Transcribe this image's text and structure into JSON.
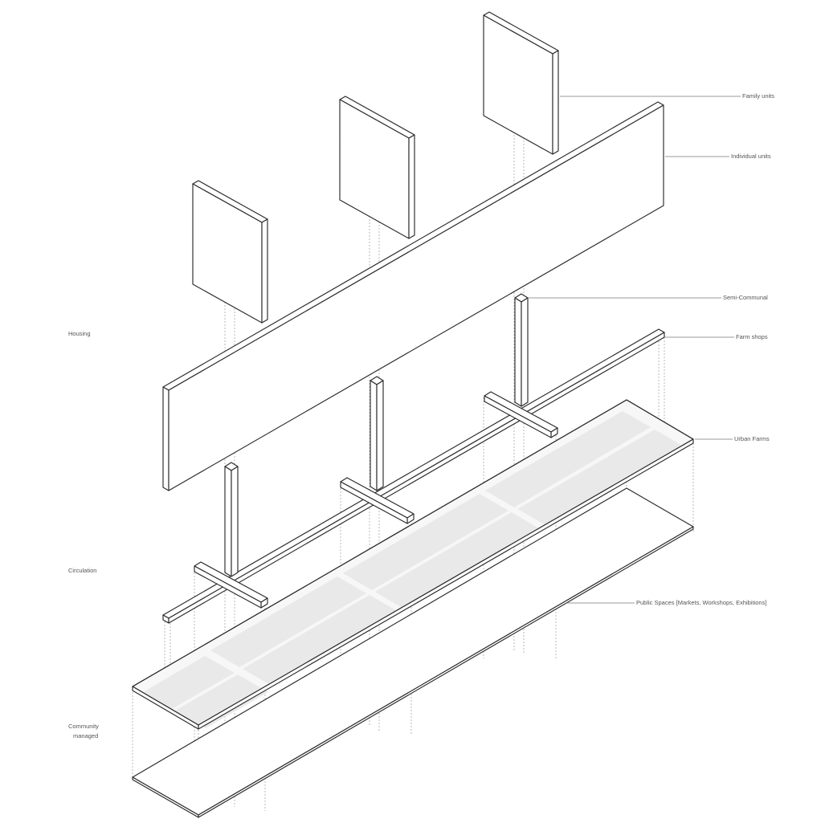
{
  "diagram": {
    "left_labels": {
      "housing": "Housing",
      "circulation": "Circulation",
      "community_line1": "Community",
      "community_line2": "managed"
    },
    "right_labels": {
      "family_units": "Family units",
      "individual_units": "Individual units",
      "semi_communal": "Semi-Communal",
      "farm_shops": "Farm shops",
      "urban_farms": "Urban Farms",
      "public_spaces": "Public Spaces [Markets, Workshops, Exhibitions]"
    },
    "colors": {
      "line": "#2a2a2a",
      "farm_fill": "#f1f1f1",
      "label": "#555555"
    }
  }
}
